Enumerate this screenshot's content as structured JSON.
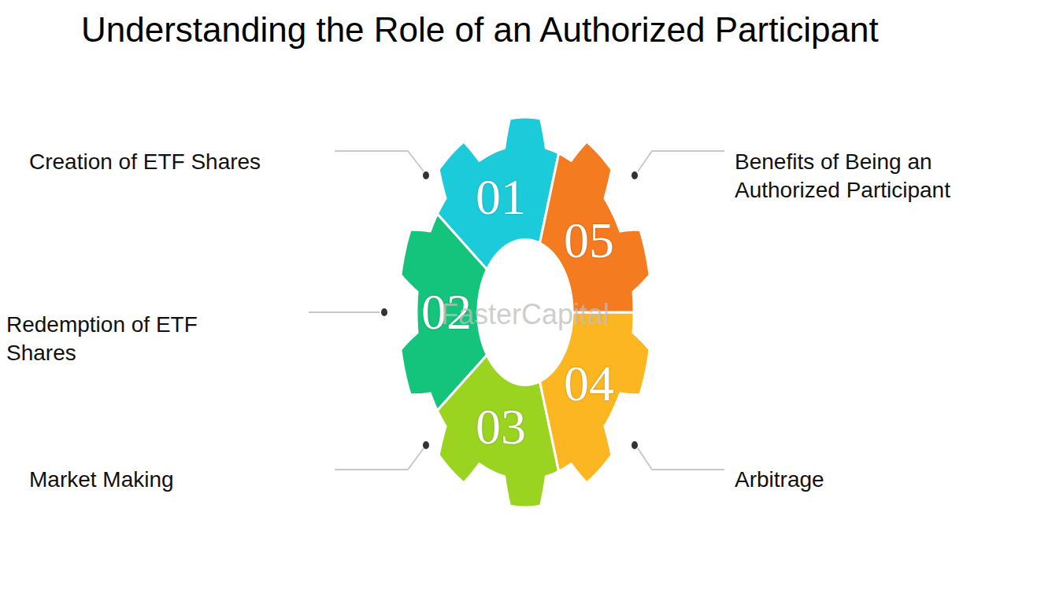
{
  "diagram": {
    "title": "Understanding the Role of an Authorized Participant",
    "nodes": [
      {
        "text": [
          "01"
        ]
      },
      {
        "text": [
          "02"
        ]
      },
      {
        "text": [
          "03"
        ]
      },
      {
        "text": [
          "04"
        ]
      },
      {
        "text": [
          "05"
        ]
      }
    ],
    "labels": [
      "Creation of ETF Shares",
      "Benefits of Being an Authorized Participant",
      "Redemption of ETF Shares",
      "Market Making",
      "Arbitrage",
      "FasterCapital"
    ]
  }
}
